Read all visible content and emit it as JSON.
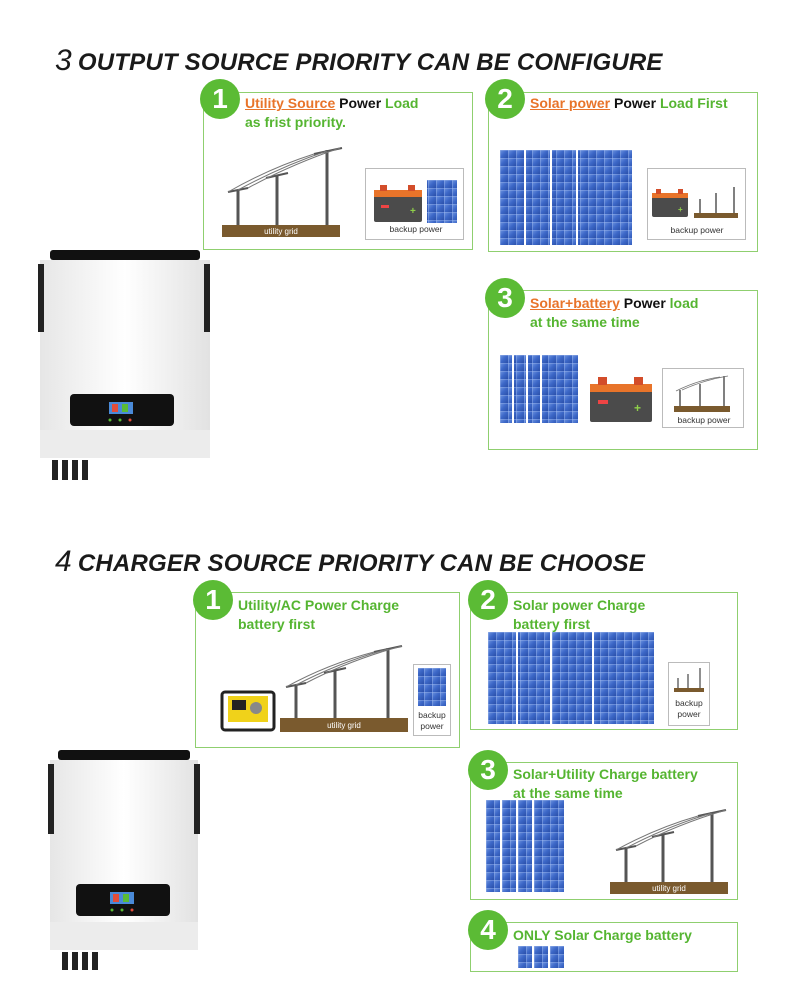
{
  "section1": {
    "heading_num": "3",
    "heading_text": "OUTPUT SOURCE PRIORITY CAN BE CONFIGURE",
    "options": [
      {
        "num": "1",
        "highlight": "Utility Source",
        "black": "Power",
        "green": "Load",
        "line2": "as frist priority.",
        "labels": [
          "utility grid",
          "backup power"
        ]
      },
      {
        "num": "2",
        "highlight": "Solar power",
        "black": "Power",
        "green": "Load First",
        "labels": [
          "backup power"
        ]
      },
      {
        "num": "3",
        "highlight": "Solar+battery",
        "black": "Power",
        "green": "load",
        "line2": "at the same time",
        "labels": [
          "backup power"
        ]
      }
    ]
  },
  "section2": {
    "heading_num": "4",
    "heading_text": "CHARGER SOURCE PRIORITY CAN BE CHOOSE",
    "options": [
      {
        "num": "1",
        "line1": "Utility/AC Power Charge",
        "line2": "battery first",
        "labels": [
          "utility grid",
          "backup",
          "power"
        ]
      },
      {
        "num": "2",
        "line1": "Solar power Charge",
        "line2": "battery first",
        "labels": [
          "backup",
          "power"
        ]
      },
      {
        "num": "3",
        "line1": "Solar+Utility Charge battery",
        "line2": "at the same time",
        "labels": [
          "utility grid"
        ]
      },
      {
        "num": "4",
        "line1": "ONLY Solar Charge battery"
      }
    ]
  },
  "colors": {
    "green": "#5bbb35",
    "orange": "#e8742a",
    "box_border": "#8fcf6f",
    "panel_blue": "#3a66c4"
  },
  "icons": [
    "inverter-icon",
    "solar-panel-icon",
    "battery-icon",
    "utility-grid-icon",
    "generator-icon"
  ]
}
